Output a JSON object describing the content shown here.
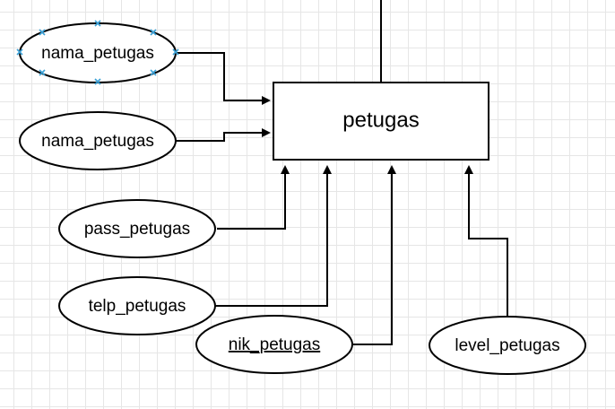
{
  "entity": {
    "name": "petugas"
  },
  "attributes": [
    {
      "key": "nama_petugas_selected",
      "label": "nama_petugas",
      "selected": true,
      "underline": false
    },
    {
      "key": "nama_petugas",
      "label": "nama_petugas",
      "selected": false,
      "underline": false
    },
    {
      "key": "pass_petugas",
      "label": "pass_petugas",
      "selected": false,
      "underline": false
    },
    {
      "key": "telp_petugas",
      "label": "telp_petugas",
      "selected": false,
      "underline": false
    },
    {
      "key": "nik_petugas",
      "label": "nik_petugas",
      "selected": false,
      "underline": true
    },
    {
      "key": "level_petugas",
      "label": "level_petugas",
      "selected": false,
      "underline": false
    }
  ],
  "colors": {
    "stroke": "#000000",
    "selection": "#3aa0d6",
    "grid": "#e6e6e6"
  }
}
